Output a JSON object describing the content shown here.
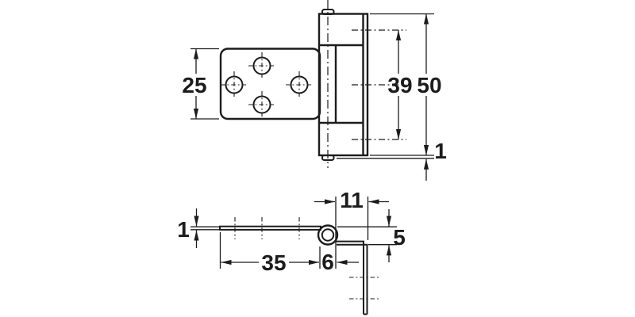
{
  "drawing": {
    "subject": "flag hinge technical drawing, two orthographic views",
    "background_color": "#ffffff",
    "line_color": "#1c1c1c",
    "views": {
      "front": {
        "description": "front view: drilled leaf with four holes and hinge knuckle barrel",
        "hole_count": 4,
        "dims": {
          "leaf_height": "25",
          "knuckle_inner_span": "39",
          "total_height": "50",
          "bottom_offset": "1"
        }
      },
      "side": {
        "description": "side profile view: flat leaf, rolled knuckle and cranked frame leg",
        "dims": {
          "leaf_thickness": "1",
          "leaf_length": "35",
          "knuckle_width": "6",
          "crank_width": "11",
          "crank_depth": "5"
        }
      }
    }
  }
}
